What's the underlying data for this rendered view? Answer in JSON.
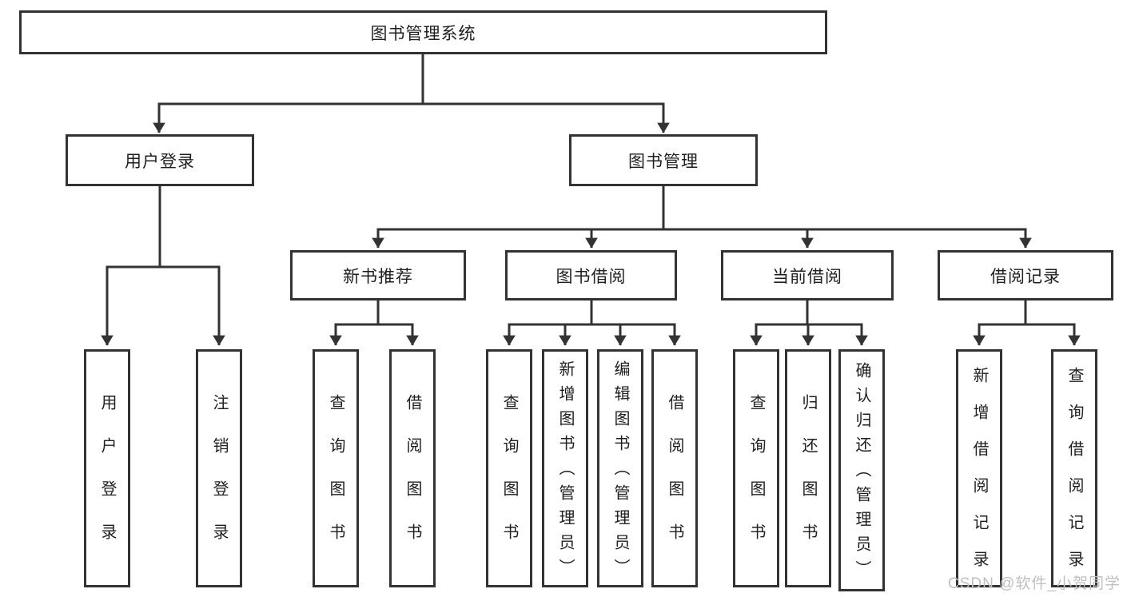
{
  "chart": {
    "root": {
      "label": "图书管理系统"
    },
    "level2": [
      {
        "label": "用户登录",
        "children": [
          "用户登录",
          "注销登录"
        ]
      },
      {
        "label": "图书管理",
        "children": [
          {
            "label": "新书推荐",
            "children": [
              "查询图书",
              "借阅图书"
            ]
          },
          {
            "label": "图书借阅",
            "children": [
              "查询图书",
              "新增图书（管理员）",
              "编辑图书（管理员）",
              "借阅图书"
            ]
          },
          {
            "label": "当前借阅",
            "children": [
              "查询图书",
              "归还图书",
              "确认归还（管理员）"
            ]
          },
          {
            "label": "借阅记录",
            "children": [
              "新增借阅记录",
              "查询借阅记录"
            ]
          }
        ]
      }
    ]
  },
  "watermark": {
    "text": "CSDN @软件_小贺同学"
  },
  "colors": {
    "line": "#333333",
    "text": "#1f1f1f",
    "watermark": "#c0c0c0",
    "background": "#ffffff"
  }
}
